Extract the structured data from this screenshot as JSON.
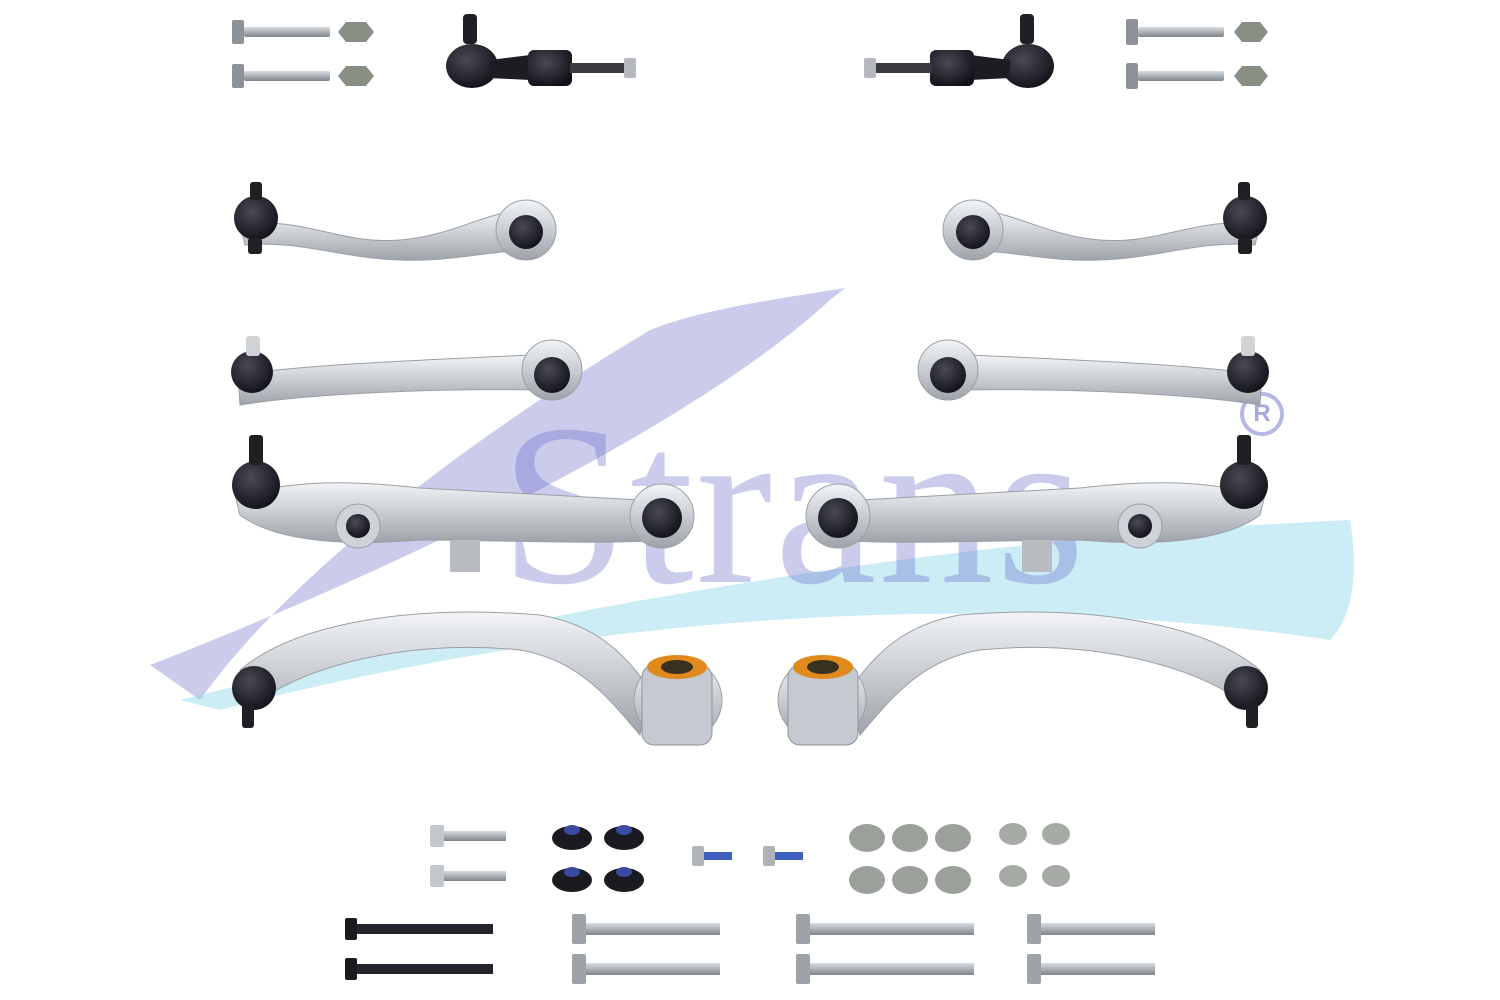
{
  "brand": {
    "name": "Strans",
    "registered_mark": "R",
    "colors": {
      "swoosh_blue": "#5c60c4",
      "swoosh_cyan": "#8fd6ec"
    }
  },
  "image": {
    "subject_icon": "suspension-control-arm-kit",
    "part_count": {
      "tie_rod_ends": 2,
      "upper_arms": 4,
      "lower_straight_arms": 2,
      "lower_curved_arms": 2,
      "top_bolts": 4,
      "top_nuts": 4
    }
  }
}
